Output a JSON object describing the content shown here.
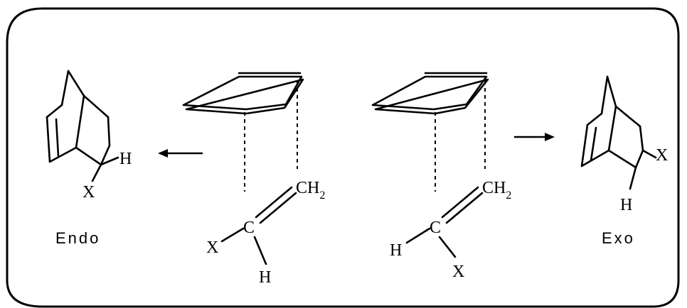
{
  "labels": {
    "endo": "Endo",
    "exo": "Exo"
  },
  "atoms": {
    "x": "X",
    "h": "H",
    "c": "C",
    "ch": "CH",
    "two": "2"
  }
}
